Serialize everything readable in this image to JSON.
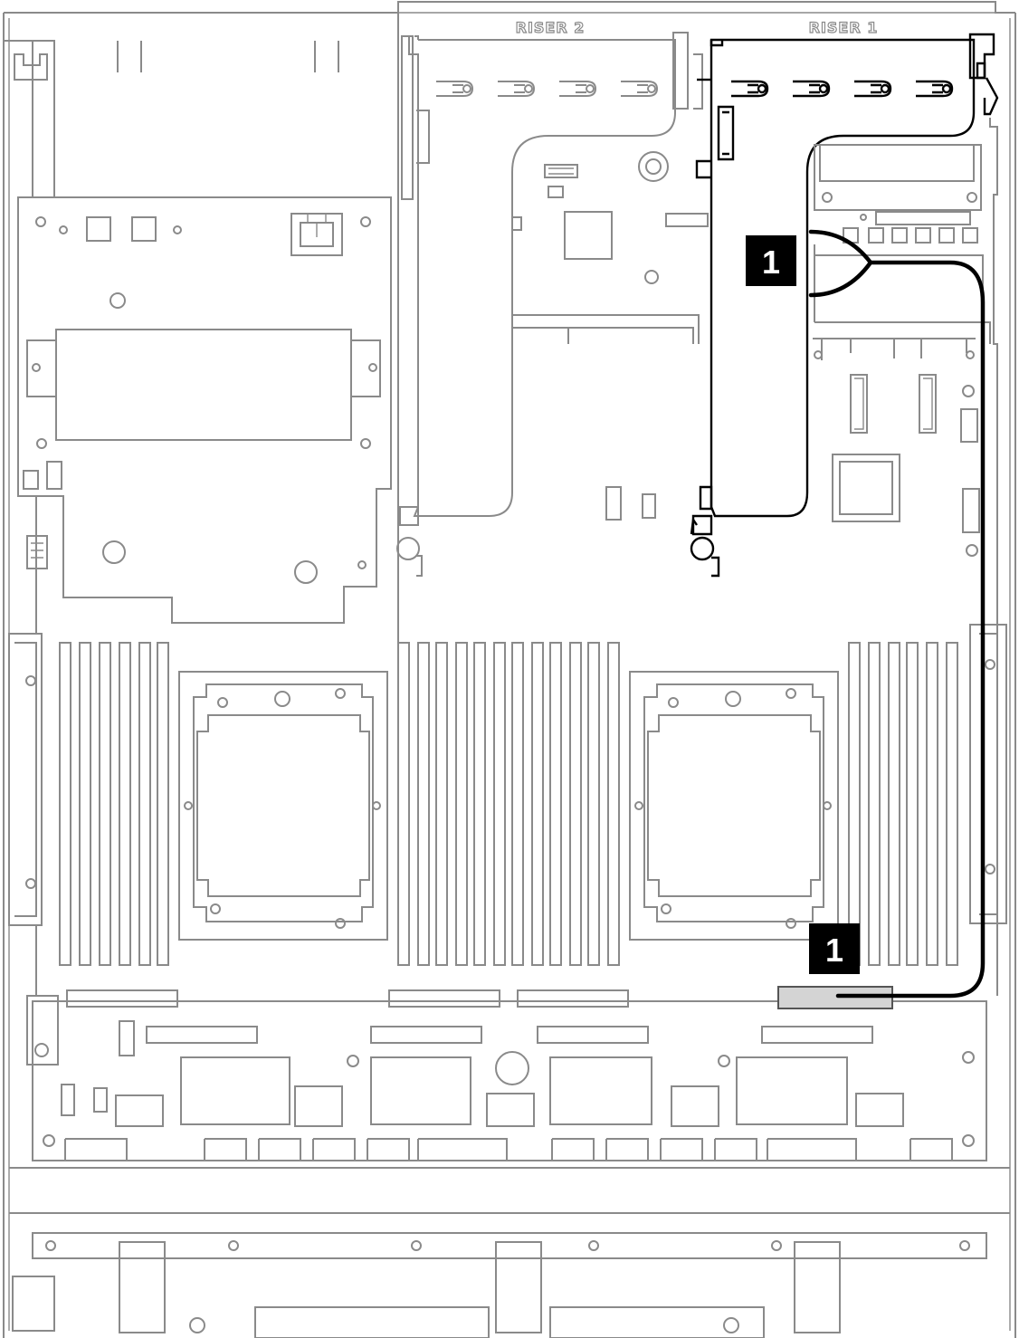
{
  "labels": {
    "riser_2": "RISER 2",
    "riser_1": "RISER 1"
  },
  "callouts": [
    {
      "id": "callout-top",
      "text": "1"
    },
    {
      "id": "callout-bottom",
      "text": "1"
    }
  ],
  "colors": {
    "cable": "#000000",
    "outline": "#8a8a8a",
    "highlight_connector": "#d4d4d4",
    "callout_bg": "#000000"
  }
}
